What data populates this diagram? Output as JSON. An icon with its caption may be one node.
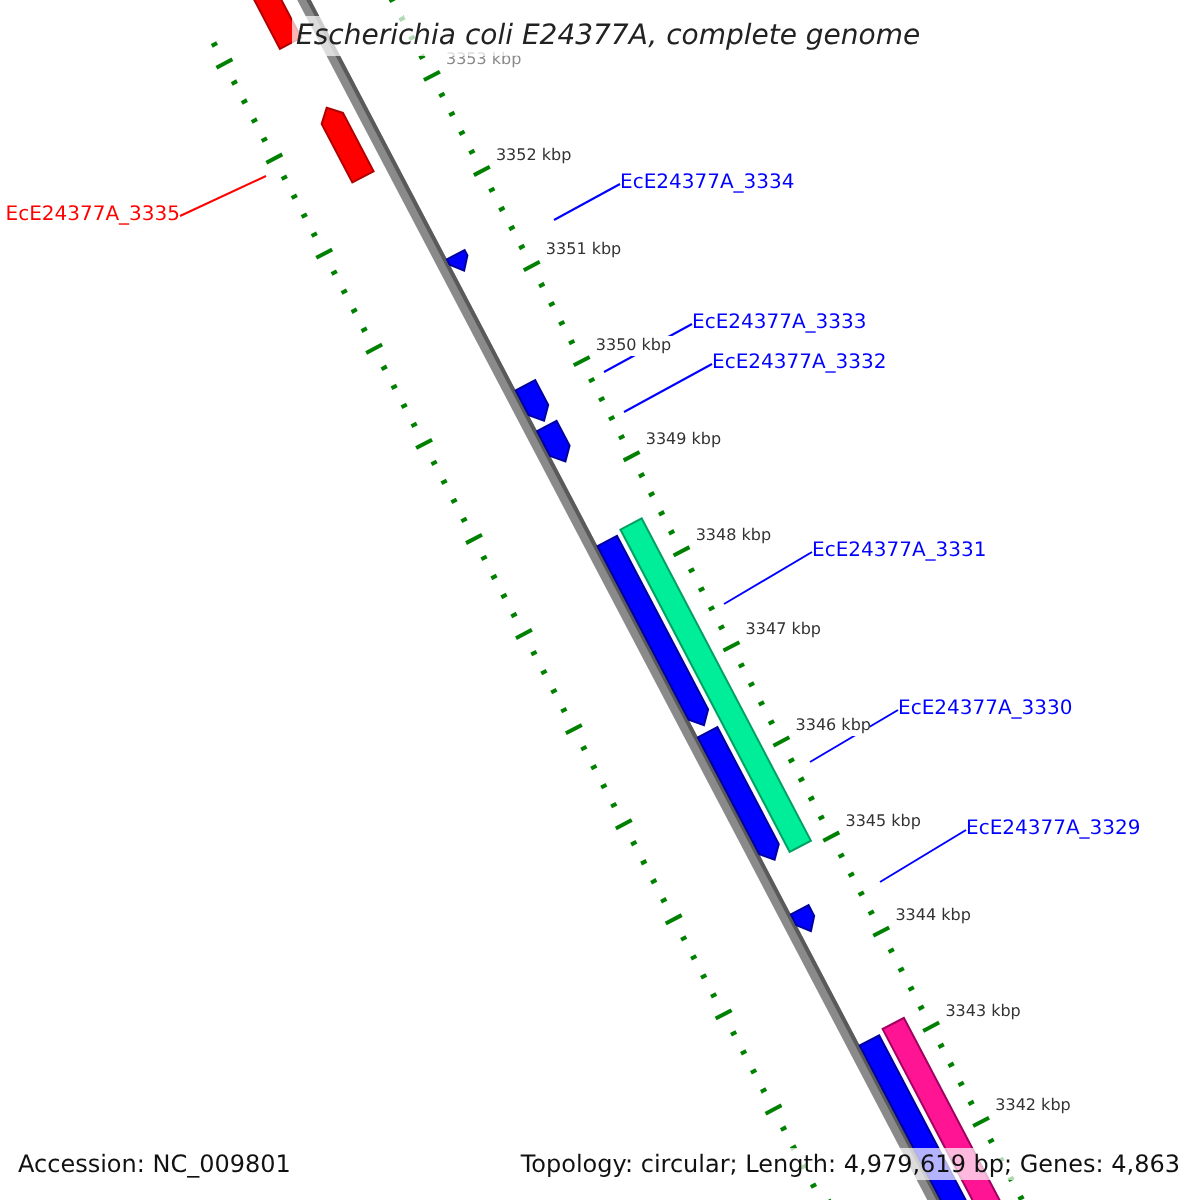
{
  "diagram": {
    "title": "Escherichia coli E24377A, complete genome",
    "nodes": [
      {
        "text": [
          "EcE24377A_3335"
        ]
      },
      {
        "text": [
          "EcE24377A_3334"
        ]
      },
      {
        "text": [
          "EcE24377A_3333"
        ]
      },
      {
        "text": [
          "EcE24377A_3332"
        ]
      },
      {
        "text": [
          "EcE24377A_3331"
        ]
      },
      {
        "text": [
          "EcE24377A_3330"
        ]
      },
      {
        "text": [
          "EcE24377A_3329"
        ]
      }
    ],
    "edges": [
      {
        "from": 0,
        "to": null,
        "arrow": "none",
        "color": "#ff0000"
      },
      {
        "from": 1,
        "to": null,
        "arrow": "none"
      },
      {
        "from": 2,
        "to": null,
        "arrow": "none"
      },
      {
        "from": 3,
        "to": null,
        "arrow": "none"
      },
      {
        "from": 4,
        "to": null,
        "arrow": "none"
      },
      {
        "from": 5,
        "to": null,
        "arrow": "none"
      },
      {
        "from": 6,
        "to": null,
        "arrow": "none"
      }
    ],
    "labels": [
      "3353 kbp",
      "3352 kbp",
      "3351 kbp",
      "3350 kbp",
      "3349 kbp",
      "3348 kbp",
      "3347 kbp",
      "3346 kbp",
      "3345 kbp",
      "3344 kbp",
      "3343 kbp",
      "3342 kbp",
      "Accession: NC_009801",
      "Topology: circular; Length: 4,979,619 bp; Genes: 4,863"
    ]
  }
}
